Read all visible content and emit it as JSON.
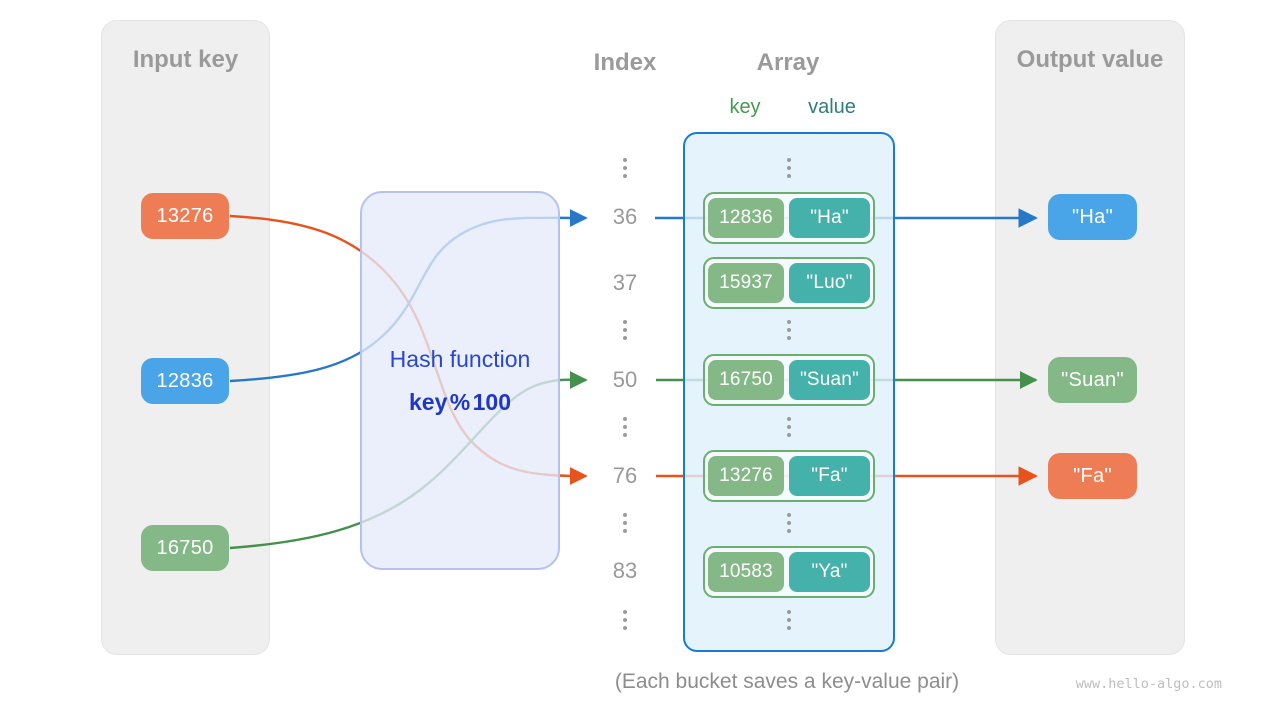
{
  "panels": {
    "input": {
      "title": "Input key",
      "keys": [
        {
          "label": "13276",
          "color": "orange"
        },
        {
          "label": "12836",
          "color": "blue"
        },
        {
          "label": "16750",
          "color": "green"
        }
      ]
    },
    "output": {
      "title": "Output value",
      "values": [
        {
          "label": "\"Ha\"",
          "color": "blue"
        },
        {
          "label": "\"Suan\"",
          "color": "green"
        },
        {
          "label": "\"Fa\"",
          "color": "orange"
        }
      ]
    }
  },
  "hash_function": {
    "title": "Hash function",
    "formula": "key % 100"
  },
  "columns": {
    "index_title": "Index",
    "array_title": "Array",
    "key_header": "key",
    "value_header": "value"
  },
  "index_labels": [
    "36",
    "37",
    "50",
    "76",
    "83"
  ],
  "buckets": [
    {
      "key": "12836",
      "value": "\"Ha\""
    },
    {
      "key": "15937",
      "value": "\"Luo\""
    },
    {
      "key": "16750",
      "value": "\"Suan\""
    },
    {
      "key": "13276",
      "value": "\"Fa\""
    },
    {
      "key": "10583",
      "value": "\"Ya\""
    }
  ],
  "caption": "(Each bucket saves a key-value pair)",
  "watermark": "www.hello-algo.com",
  "colors": {
    "panel_bg": "#efefef",
    "chip_orange": "#ee7d55",
    "chip_blue": "#4aa4e8",
    "chip_green": "#84b887",
    "value_teal": "#44b1ab",
    "bucket_border": "#6cae70",
    "array_border": "#1a7bd4",
    "hash_box_border": "#b5c1f1",
    "hash_text": "#2946d1",
    "arrow_blue": "#2579c8",
    "arrow_green": "#44904c",
    "arrow_orange": "#e8521b"
  }
}
